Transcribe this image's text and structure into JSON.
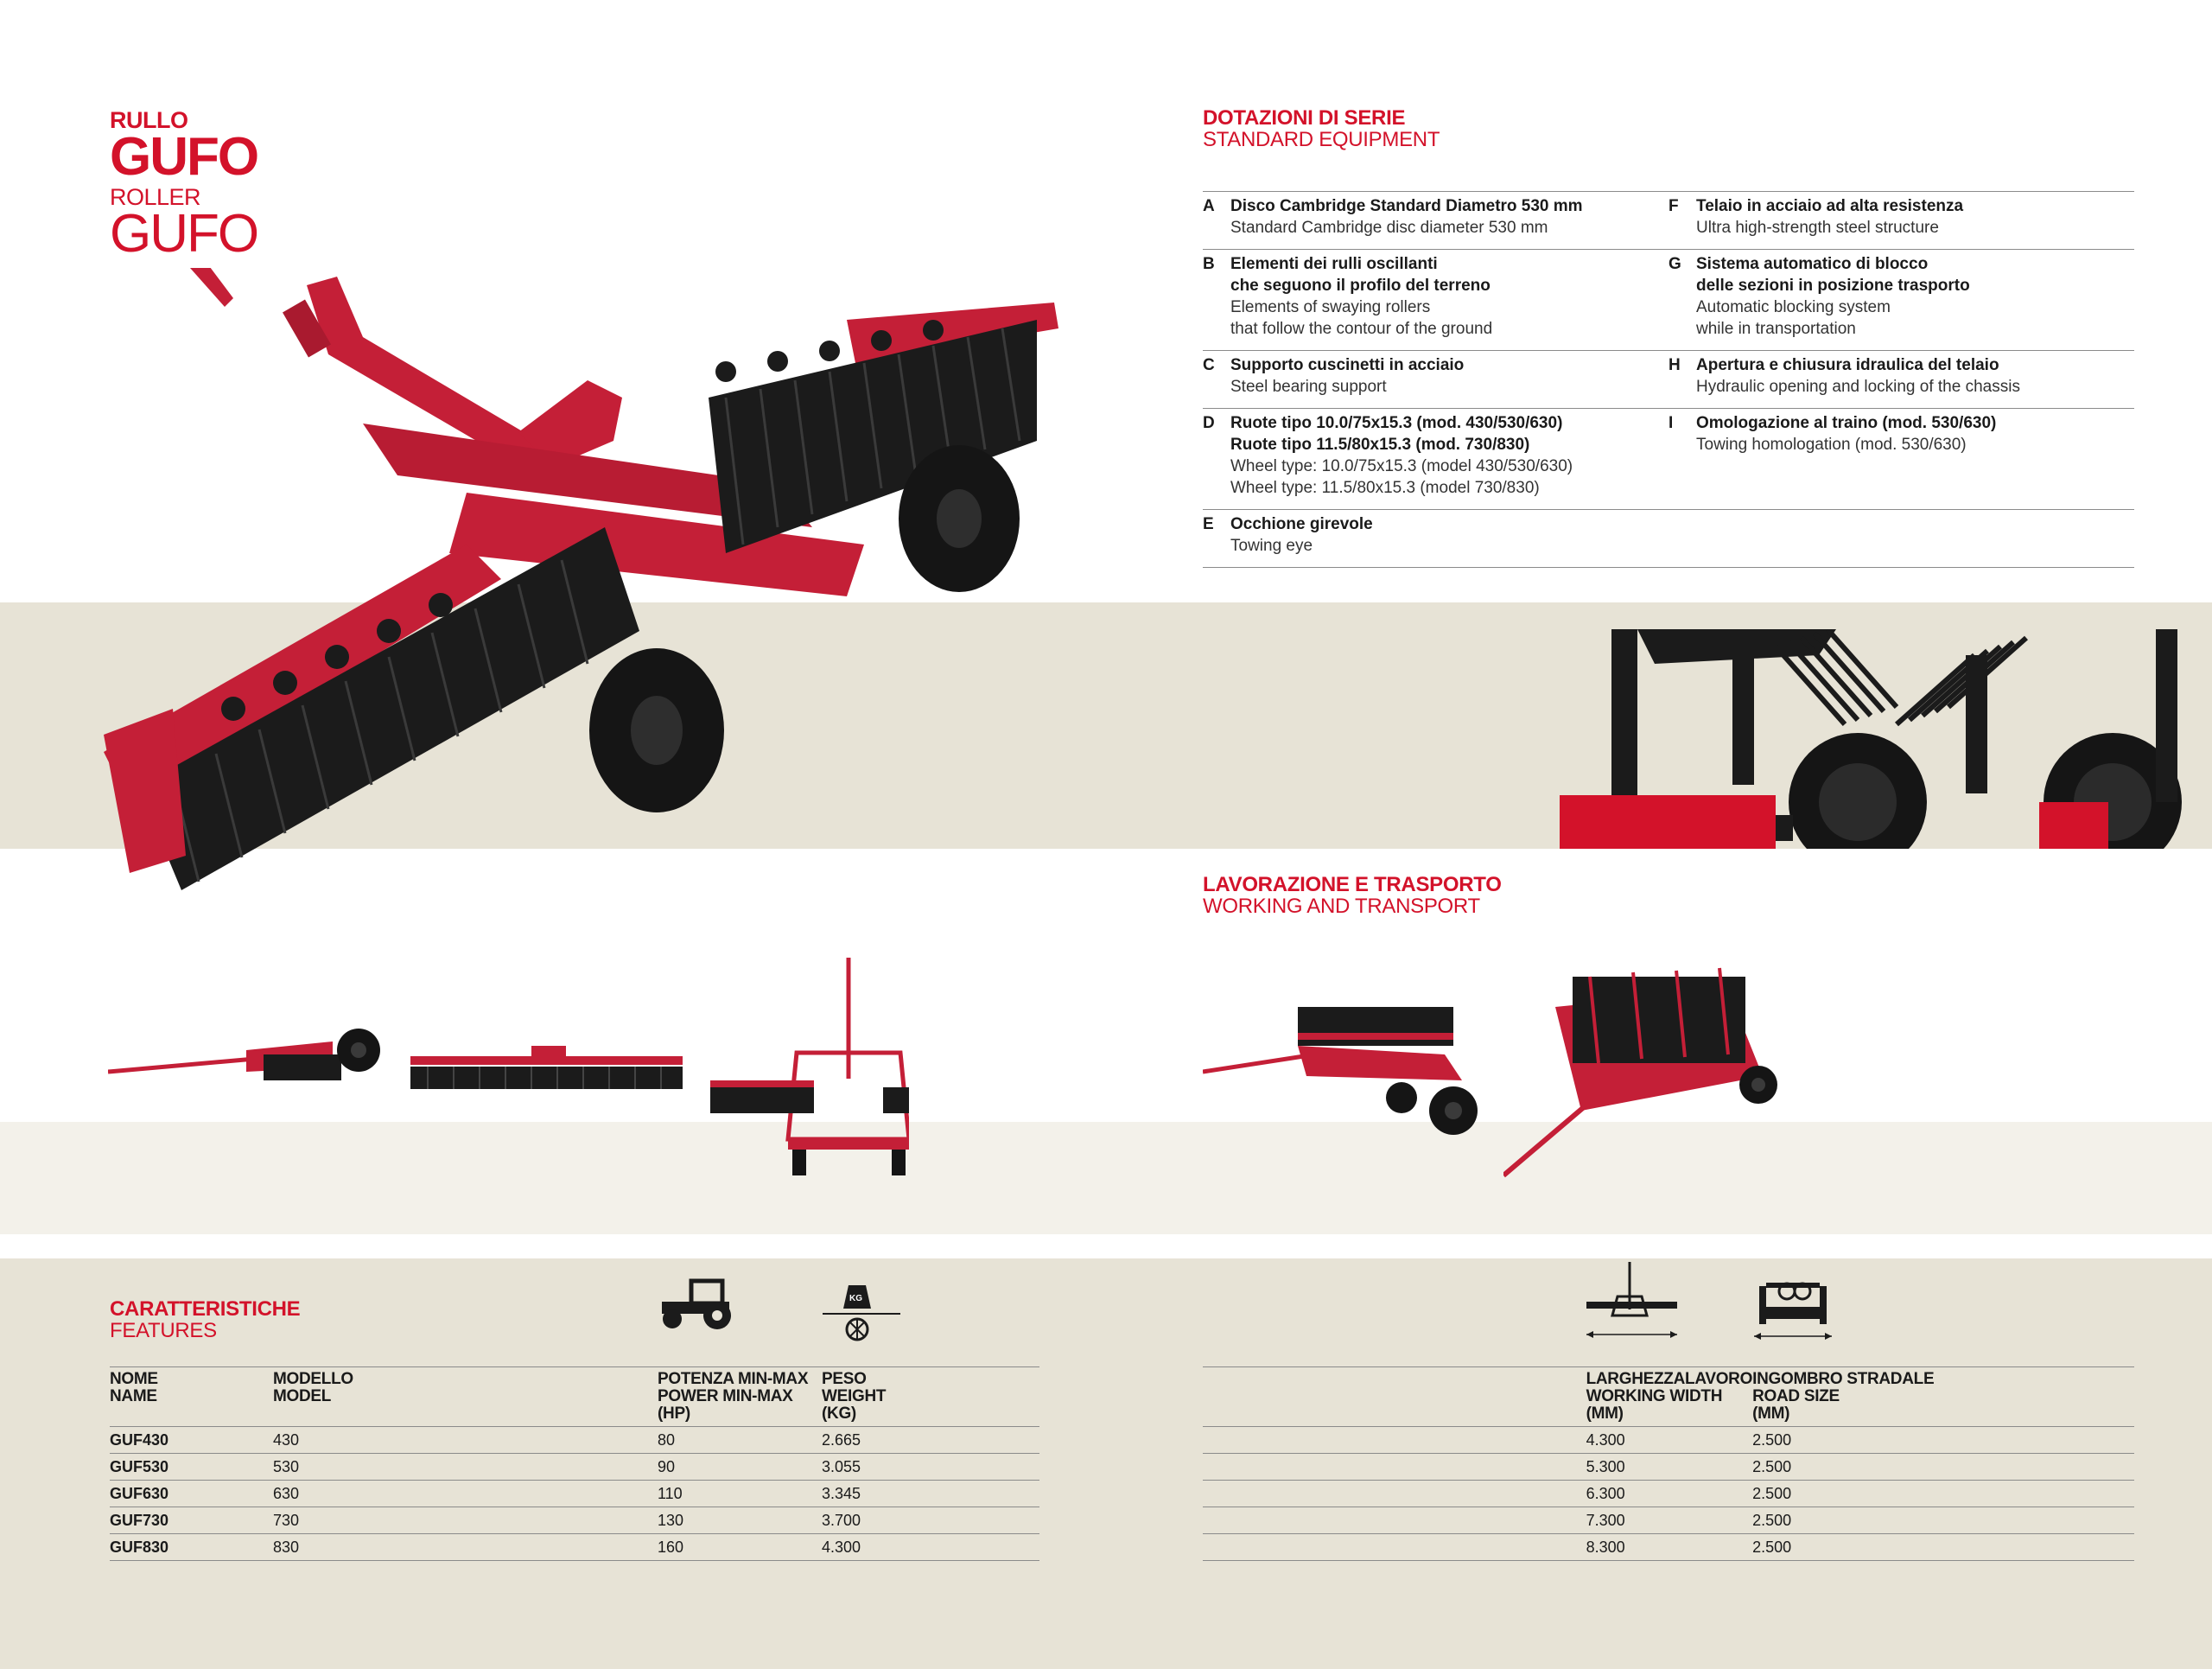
{
  "title": {
    "it_small": "RULLO",
    "it_big": "GUFO",
    "en_small": "ROLLER",
    "en_big": "GUFO"
  },
  "equipment": {
    "heading_it": "DOTAZIONI DI SERIE",
    "heading_en": "STANDARD EQUIPMENT",
    "rows": [
      [
        {
          "letter": "A",
          "it": "Disco Cambridge Standard Diametro 530 mm",
          "en": "Standard Cambridge disc diameter 530 mm"
        },
        {
          "letter": "F",
          "it": "Telaio in acciaio ad alta resistenza",
          "en": "Ultra high-strength steel structure"
        }
      ],
      [
        {
          "letter": "B",
          "it": "Elementi dei rulli oscillanti\nche seguono il profilo del terreno",
          "en": "Elements of swaying rollers\nthat follow the contour of the ground"
        },
        {
          "letter": "G",
          "it": "Sistema automatico di blocco\ndelle sezioni in posizione trasporto",
          "en": "Automatic blocking system\nwhile in transportation"
        }
      ],
      [
        {
          "letter": "C",
          "it": "Supporto cuscinetti in acciaio",
          "en": "Steel bearing support"
        },
        {
          "letter": "H",
          "it": "Apertura e chiusura idraulica del telaio",
          "en": "Hydraulic opening and locking of the chassis"
        }
      ],
      [
        {
          "letter": "D",
          "it": "Ruote tipo 10.0/75x15.3 (mod. 430/530/630)\nRuote tipo 11.5/80x15.3 (mod. 730/830)",
          "en": "Wheel type: 10.0/75x15.3 (model 430/530/630)\nWheel type: 11.5/80x15.3 (model 730/830)"
        },
        {
          "letter": "I",
          "it": "Omologazione al traino (mod. 530/630)",
          "en": "Towing homologation (mod. 530/630)"
        }
      ],
      [
        {
          "letter": "E",
          "it": "Occhione girevole",
          "en": "Towing eye"
        },
        {
          "letter": "",
          "it": "",
          "en": ""
        }
      ]
    ]
  },
  "working": {
    "heading_it": "LAVORAZIONE E TRASPORTO",
    "heading_en": "WORKING AND TRANSPORT"
  },
  "features": {
    "heading_it": "CARATTERISTICHE",
    "heading_en": "FEATURES",
    "left_headers": [
      "NOME\nNAME",
      "MODELLO\nMODEL",
      "POTENZA MIN-MAX\nPOWER MIN-MAX\n(HP)",
      "PESO\nWEIGHT\n(KG)"
    ],
    "right_headers": [
      "",
      "LARGHEZZALAVORO\nWORKING WIDTH\n(MM)",
      "INGOMBRO STRADALE\nROAD SIZE\n(MM)"
    ],
    "rows": [
      {
        "name": "GUF430",
        "model": "430",
        "power": "80",
        "weight": "2.665",
        "width": "4.300",
        "road": "2.500"
      },
      {
        "name": "GUF530",
        "model": "530",
        "power": "90",
        "weight": "3.055",
        "width": "5.300",
        "road": "2.500"
      },
      {
        "name": "GUF630",
        "model": "630",
        "power": "110",
        "weight": "3.345",
        "width": "6.300",
        "road": "2.500"
      },
      {
        "name": "GUF730",
        "model": "730",
        "power": "130",
        "weight": "3.700",
        "width": "7.300",
        "road": "2.500"
      },
      {
        "name": "GUF830",
        "model": "830",
        "power": "160",
        "weight": "4.300",
        "width": "8.300",
        "road": "2.500"
      }
    ],
    "kg_badge": "KG"
  },
  "colors": {
    "brand_red": "#d3122a",
    "band": "#e7e3d6",
    "band_light": "#f3f1ea",
    "machine_red": "#c41f37",
    "machine_black": "#1b1b1b"
  },
  "icons": [
    "tractor-icon",
    "weight-icon",
    "working-width-icon",
    "road-size-icon"
  ]
}
